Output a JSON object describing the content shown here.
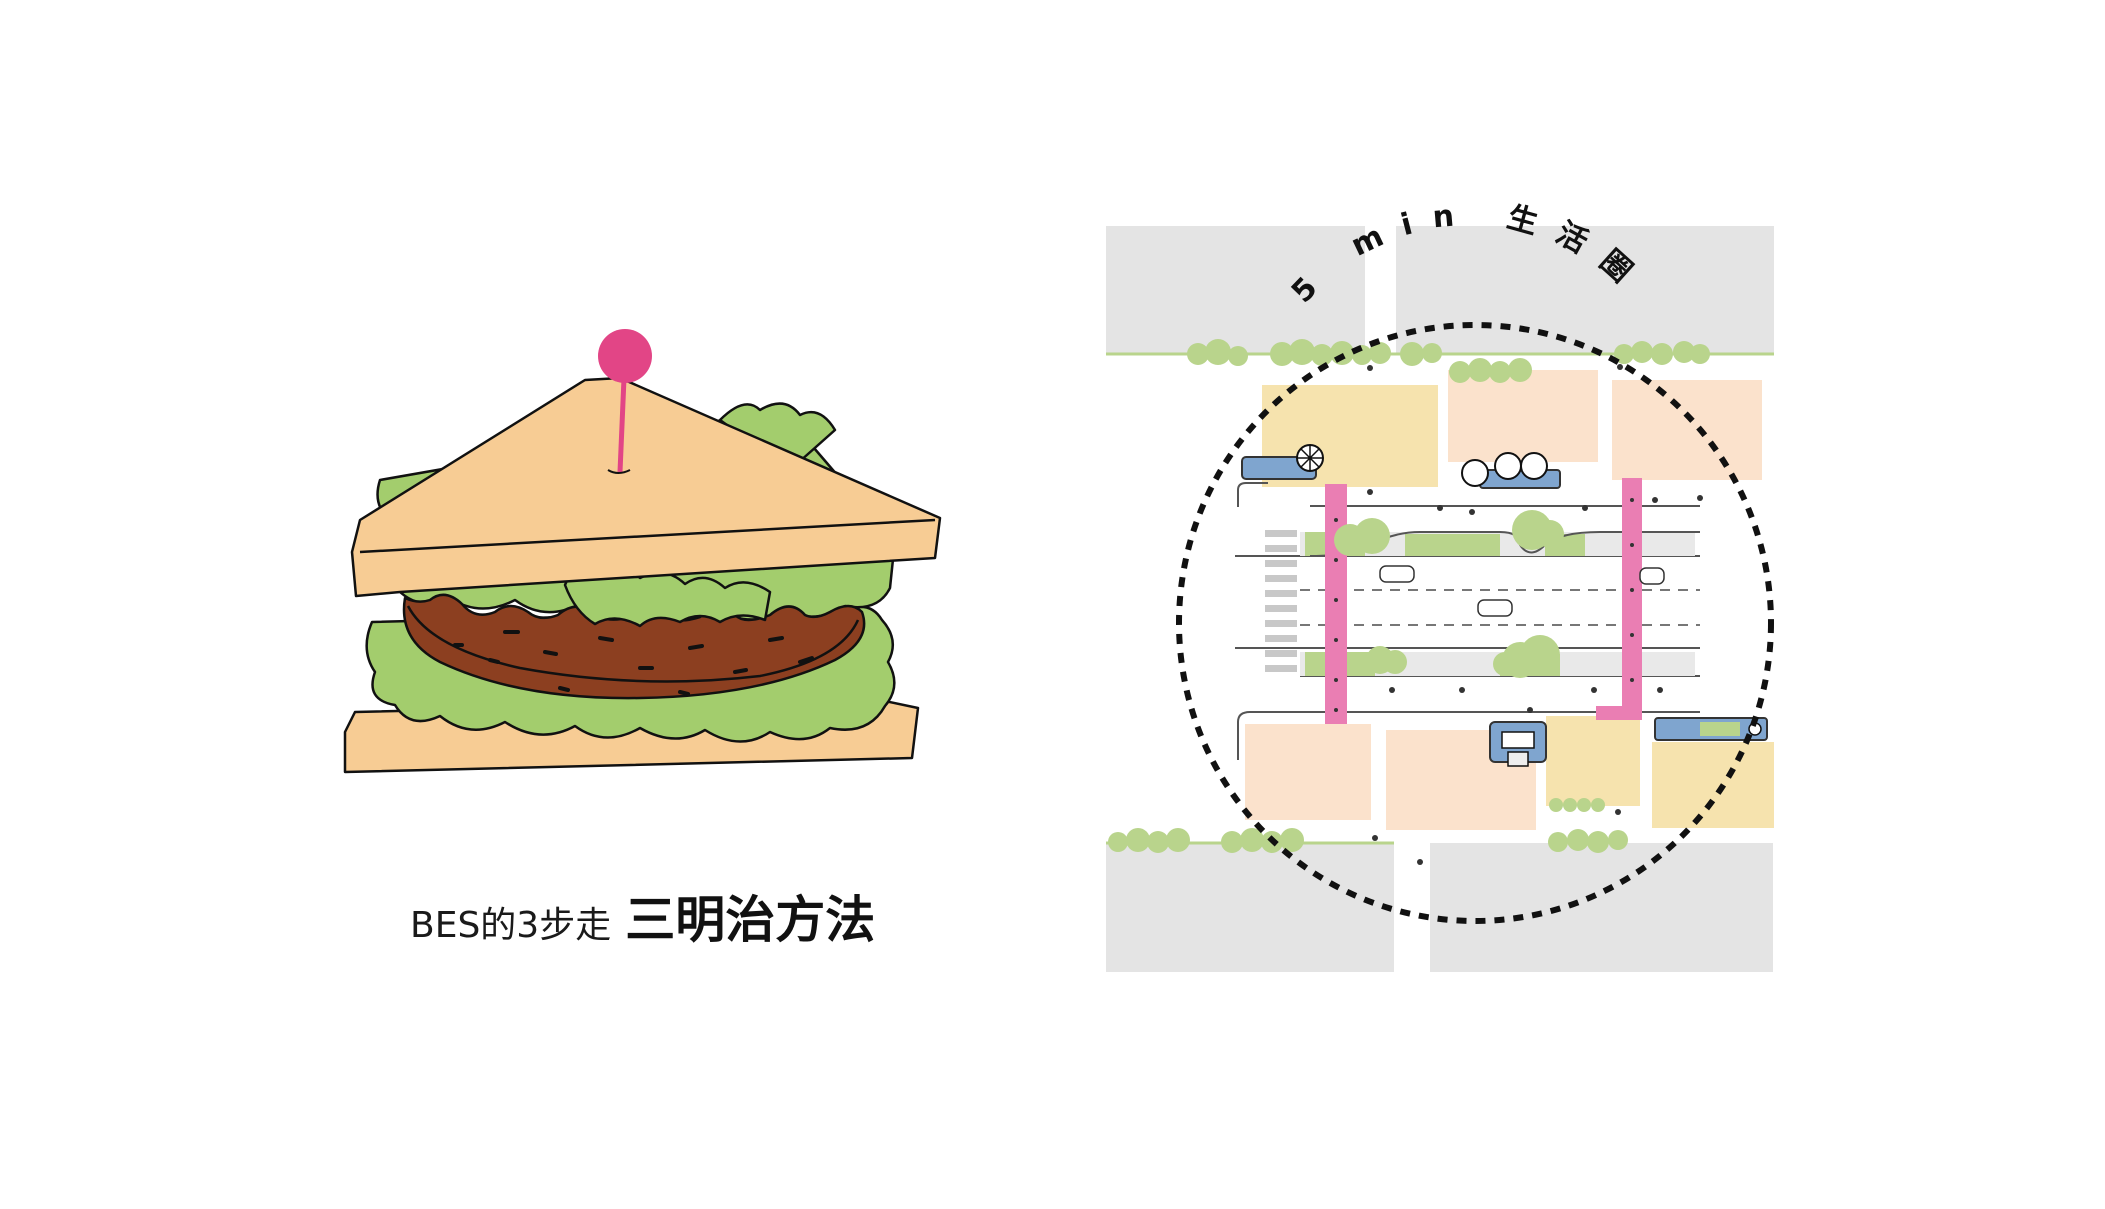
{
  "caption": {
    "prefix": "BES的3步走",
    "title": "三明治方法"
  },
  "map": {
    "circle_label": "5 min 生活圈"
  },
  "colors": {
    "bread": "#f7cc94",
    "lettuce": "#a3cd6d",
    "patty": "#8c3f20",
    "pin": "#e24586",
    "block_gray": "#e4e4e4",
    "block_yellow": "#f6e3ae",
    "block_peach": "#fbe2cc",
    "crossing_pink": "#ea7eb3",
    "tree_green": "#b9d48c",
    "facility_blue": "#7fa5cf"
  }
}
